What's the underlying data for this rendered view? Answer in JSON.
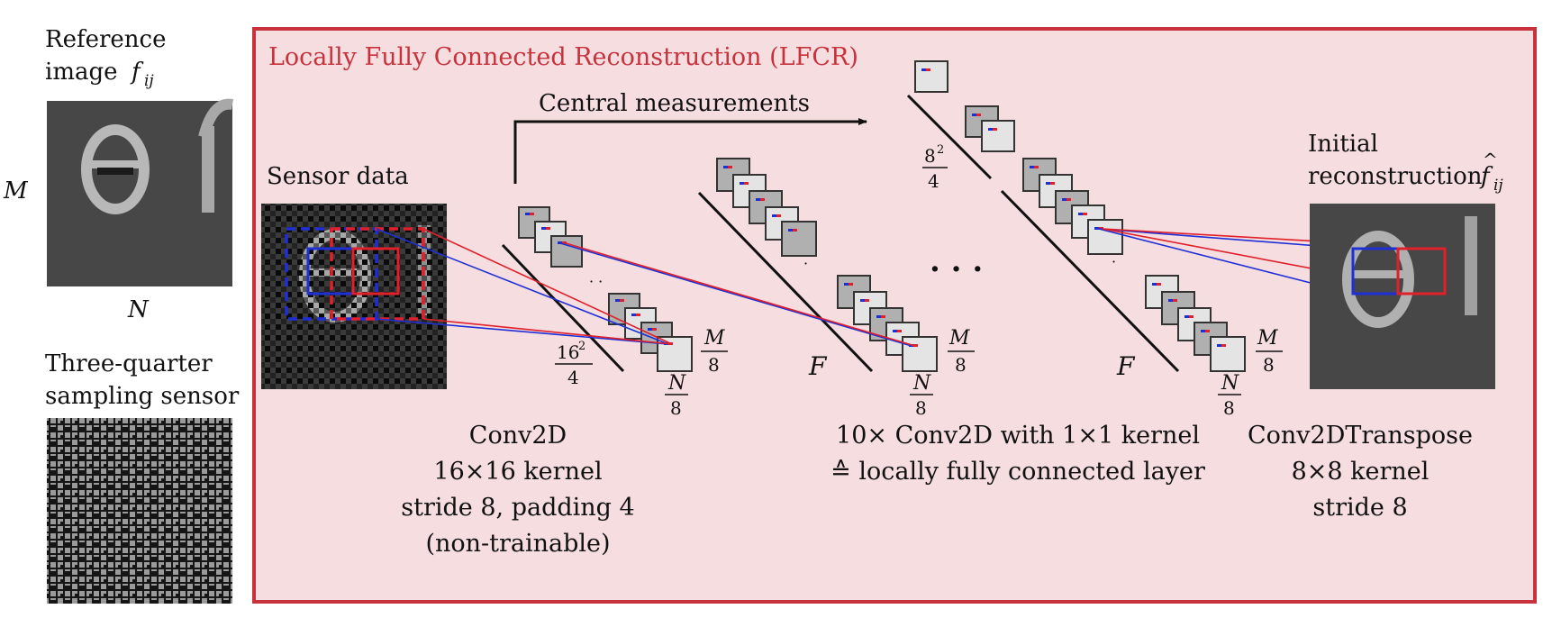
{
  "left": {
    "reference_line1": "Reference",
    "reference_line2": "image",
    "reference_symbol": "f",
    "reference_sub": "ij",
    "m_label": "M",
    "n_label": "N",
    "sensor_line1": "Three-quarter",
    "sensor_line2": "sampling sensor"
  },
  "lfcr": {
    "title": "Locally Fully Connected Reconstruction (LFCR)",
    "sensor_data": "Sensor data",
    "central_measurements": "Central measurements",
    "frac16_num": "16",
    "frac16_exp": "2",
    "frac16_den": "4",
    "frac8_num": "8",
    "frac8_exp": "2",
    "frac8_den": "4",
    "f_label": "F",
    "m": "M",
    "n": "N",
    "eight": "8",
    "dots": "· · ·",
    "conv_line1": "Conv2D",
    "conv_line2": "16×16 kernel",
    "conv_line3": "stride 8, padding 4",
    "conv_line4": "(non-trainable)",
    "mid_line1": "10× Conv2D with 1×1 kernel",
    "mid_line2": "≙ locally fully connected layer",
    "tconv_line1": "Conv2DTranspose",
    "tconv_line2": "8×8 kernel",
    "tconv_line3": "stride 8",
    "initial_line1": "Initial",
    "initial_line2": "reconstruction",
    "initial_symbol": "f",
    "initial_sub": "ij"
  },
  "colors": {
    "frame": "#c8323c",
    "panel_bg": "#f5dde0",
    "blue": "#1f2fd6",
    "red": "#e0202a"
  }
}
